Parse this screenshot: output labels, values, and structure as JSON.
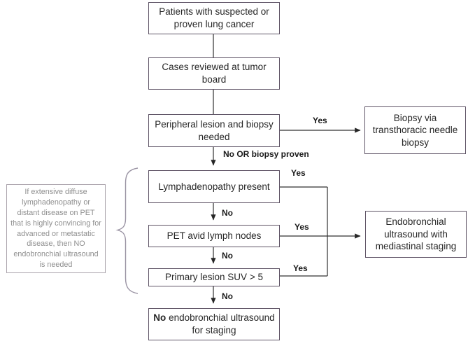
{
  "flowchart": {
    "nodes": {
      "patients": {
        "label": "Patients with suspected or proven lung cancer"
      },
      "tumor_board": {
        "label": "Cases reviewed at tumor board"
      },
      "peripheral": {
        "label": "Peripheral lesion and biopsy needed"
      },
      "biopsy": {
        "label": "Biopsy via transthoracic needle biopsy"
      },
      "lymphadenopathy": {
        "label": "Lymphadenopathy present"
      },
      "pet_avid": {
        "label": "PET avid lymph nodes"
      },
      "suv": {
        "label": "Primary lesion SUV > 5"
      },
      "ebus": {
        "label": "Endobronchial ultrasound with mediastinal staging"
      },
      "no_ebus": {
        "bold": "No",
        "rest": "endobronchial ultrasound for staging"
      }
    },
    "edge_labels": {
      "peripheral_yes": "Yes",
      "peripheral_no": "No OR biopsy proven",
      "lymph_yes": "Yes",
      "lymph_no": "No",
      "pet_yes": "Yes",
      "pet_no": "No",
      "suv_yes": "Yes",
      "suv_no": "No"
    },
    "annotation": "If extensive diffuse lymphadenopathy or distant disease on PET that is highly convincing for advanced or metastatic disease, then NO endobronchial ultrasound is needed",
    "colors": {
      "node_border": "#5f5466",
      "node_text": "#262626",
      "line": "#303030",
      "annotation_border": "#aaa3ab",
      "annotation_text": "#8f8f8f",
      "brace": "#9a93a3",
      "background": "#ffffff"
    }
  }
}
